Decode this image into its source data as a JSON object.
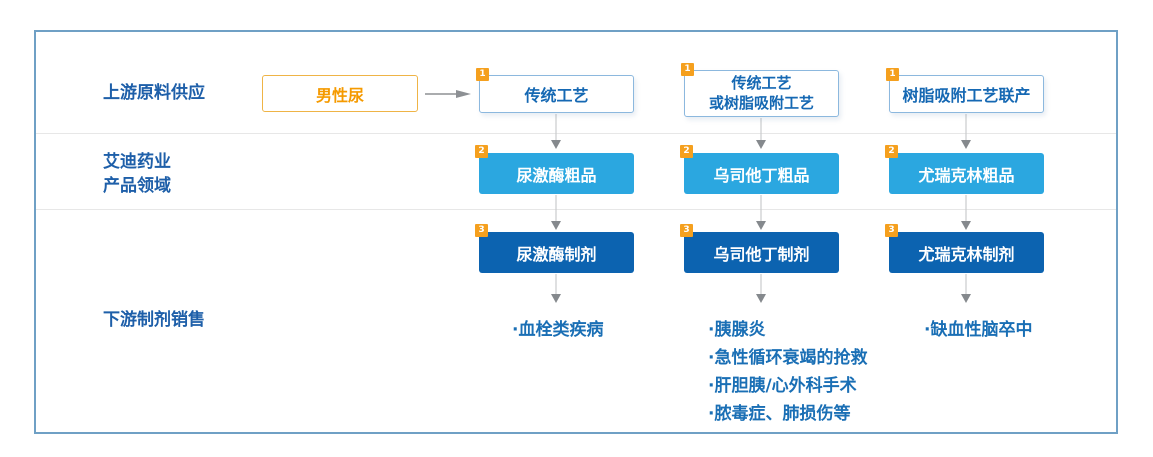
{
  "colors": {
    "frame_border": "#6FA0C5",
    "light_blue_box": "#2BA7E0",
    "dark_blue_box": "#0C63B0",
    "badge_orange": "#F5A01E",
    "source_text_orange": "#F59A00",
    "source_border_orange": "#EFB446",
    "label_blue": "#1E5FA9",
    "bullet_text_blue": "#1A6FB5",
    "process_text_blue": "#1568B3",
    "process_border_blue": "#8CB8DE",
    "arrowhead_gray": "#85898D",
    "connector_gray": "#C9CBCD",
    "divider_gray": "#E7E7E7"
  },
  "row_labels": {
    "upstream": "上游原料供应",
    "company": "艾迪药业\n产品领域",
    "downstream": "下游制剂销售"
  },
  "source_box": {
    "label": "男性尿"
  },
  "badges": {
    "step1": "1",
    "step2": "2",
    "step3": "3"
  },
  "columns": [
    {
      "process": "传统工艺",
      "crude": "尿激酶粗品",
      "formulation": "尿激酶制剂",
      "indications": [
        "·血栓类疾病"
      ]
    },
    {
      "process": "传统工艺\n或树脂吸附工艺",
      "crude": "乌司他丁粗品",
      "formulation": "乌司他丁制剂",
      "indications": [
        "·胰腺炎",
        "·急性循环衰竭的抢救",
        "·肝胆胰/心外科手术",
        "·脓毒症、肺损伤等"
      ]
    },
    {
      "process": "树脂吸附工艺联产",
      "crude": "尤瑞克林粗品",
      "formulation": "尤瑞克林制剂",
      "indications": [
        "·缺血性脑卒中"
      ]
    }
  ]
}
